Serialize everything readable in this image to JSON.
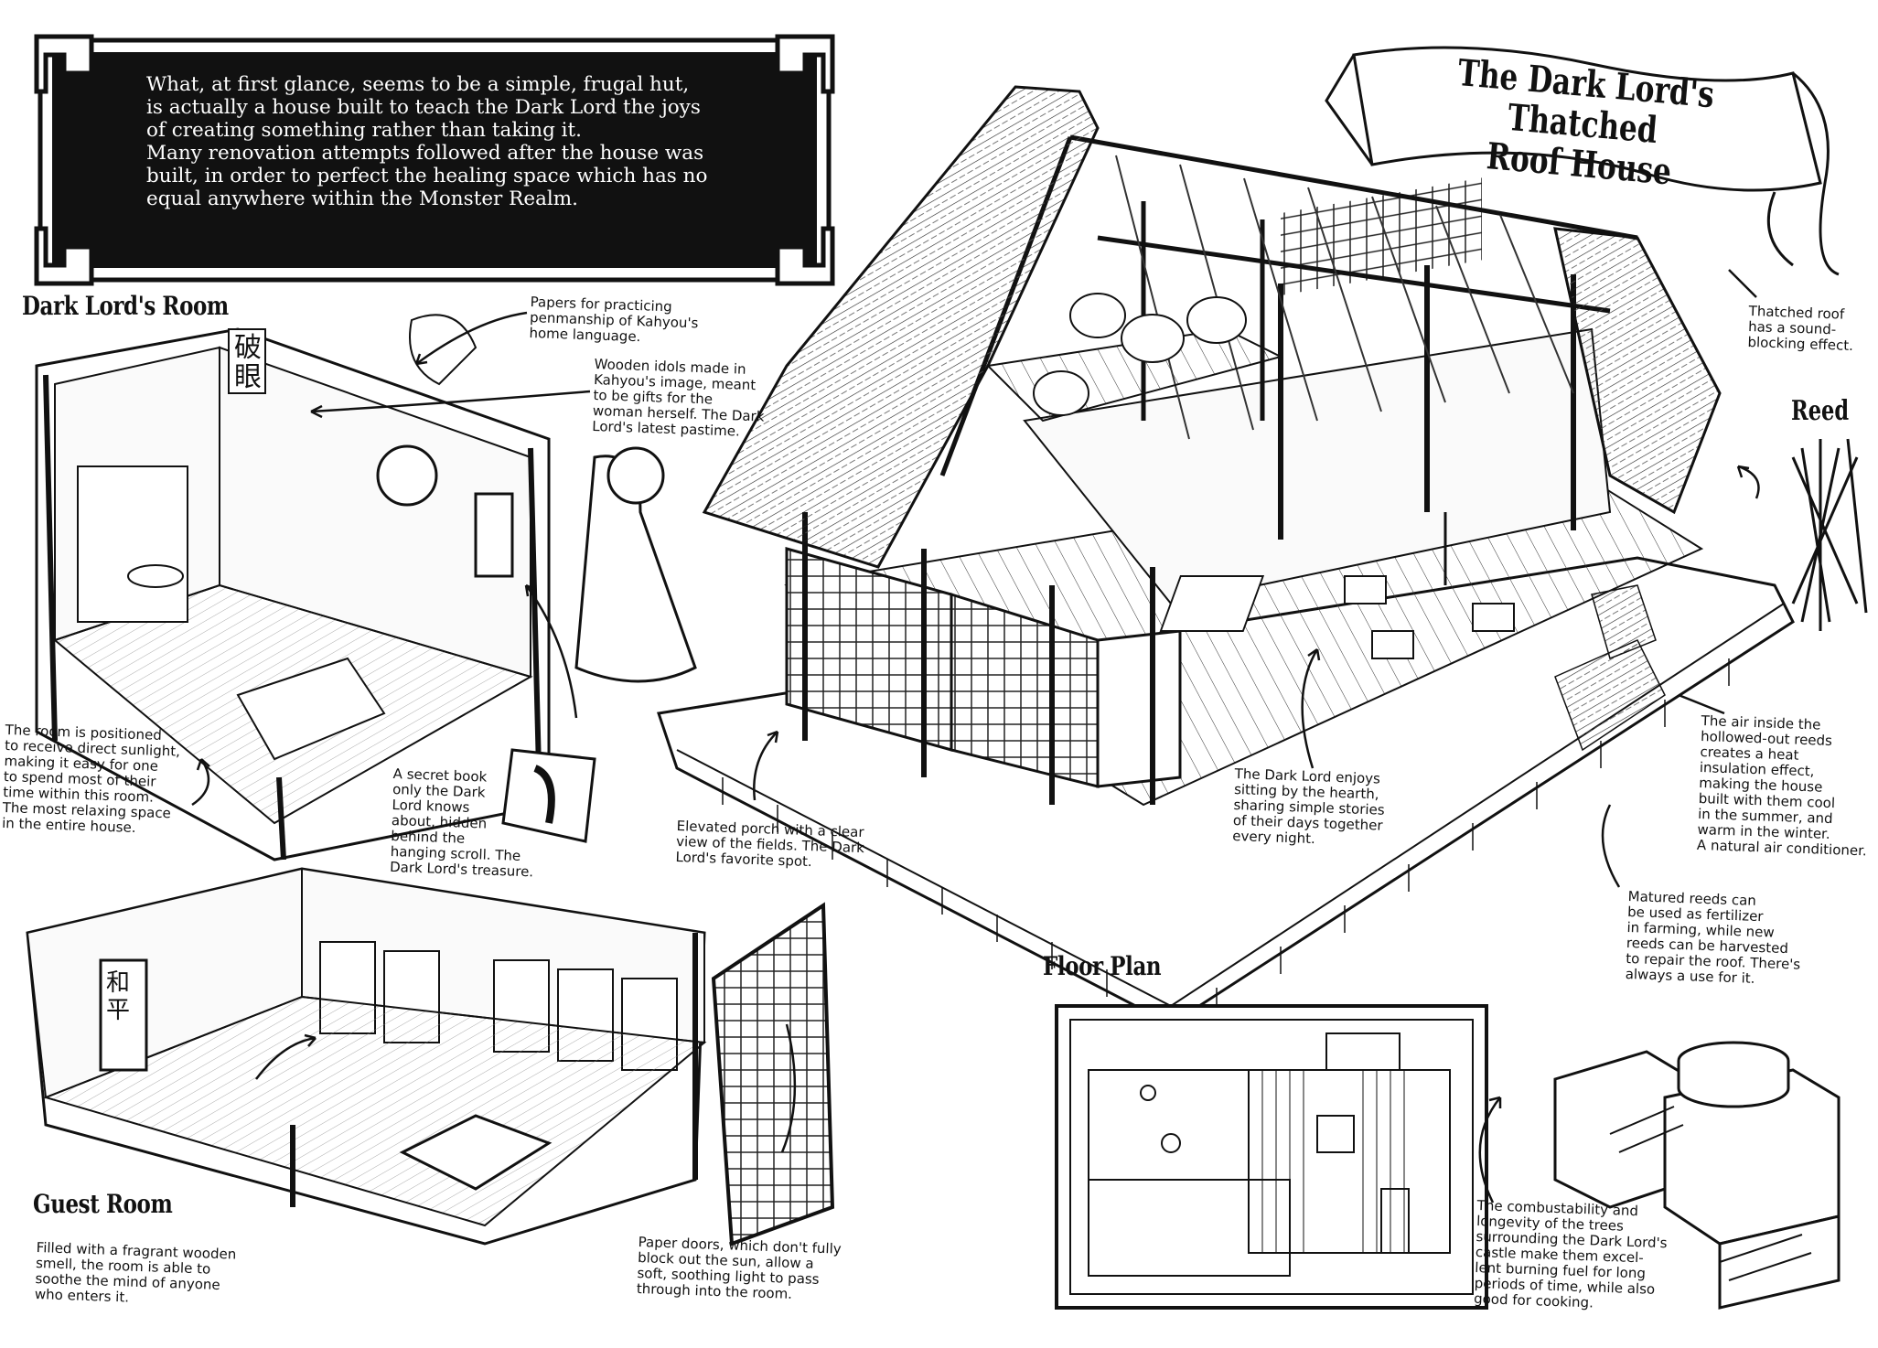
{
  "title": "The Dark Lord's Thatched\nRoof House",
  "intro": "What, at first glance, seems to be a simple, frugal hut,\nis actually a house built to teach the Dark Lord the joys\nof creating something rather than taking it.\nMany renovation attempts followed after the house was\nbuilt, in order to perfect the healing space which has no\nequal anywhere within the Monster Realm.",
  "sections": {
    "dark_lords_room": "Dark Lord's Room",
    "guest_room": "Guest Room",
    "floor_plan": "Floor Plan",
    "reed": "Reed"
  },
  "scroll_kanji": "破眼",
  "guest_scroll_kanji": "和平",
  "notes": {
    "papers": "Papers for practicing\npenmanship of Kahyou's\nhome language.",
    "idols": "Wooden idols made in\nKahyou's image, meant\nto be gifts for the\nwoman herself. The Dark\nLord's latest pastime.",
    "thatched": "Thatched roof\nhas a sound-\nblocking effect.",
    "sunlight": "The room is positioned\nto receive direct sunlight,\nmaking it easy for one\nto spend most of their\ntime within this room.\nThe most relaxing space\nin the entire house.",
    "secret_book": "A secret book\nonly the Dark\nLord knows\nabout, hidden\nbehind the\nhanging scroll. The\nDark Lord's treasure.",
    "porch": "Elevated porch with a clear\nview of the fields. The Dark\nLord's favorite spot.",
    "hearth": "The Dark Lord enjoys\nsitting by the hearth,\nsharing simple stories\nof their days together\nevery night.",
    "air": "The air inside the\nhollowed-out reeds\ncreates a heat\ninsulation effect,\nmaking the house\nbuilt with them cool\nin the summer, and\nwarm in the winter.\nA natural air conditioner.",
    "matured": "Matured reeds can\nbe used as fertilizer\nin farming, while new\nreeds can be harvested\nto repair the roof. There's\nalways a use for it.",
    "guest": "Filled with a fragrant wooden\nsmell, the room is able to\nsoothe the mind of anyone\nwho enters it.",
    "paper_doors": "Paper doors, which don't fully\nblock out the sun, allow a\nsoft, soothing light to pass\nthrough into the room.",
    "fuel": "The combustability and\nlongevity of the trees\nsurrounding the Dark Lord's\ncastle make them excel-\nlent burning fuel for long\nperiods of time, while also\ngood for cooking."
  }
}
